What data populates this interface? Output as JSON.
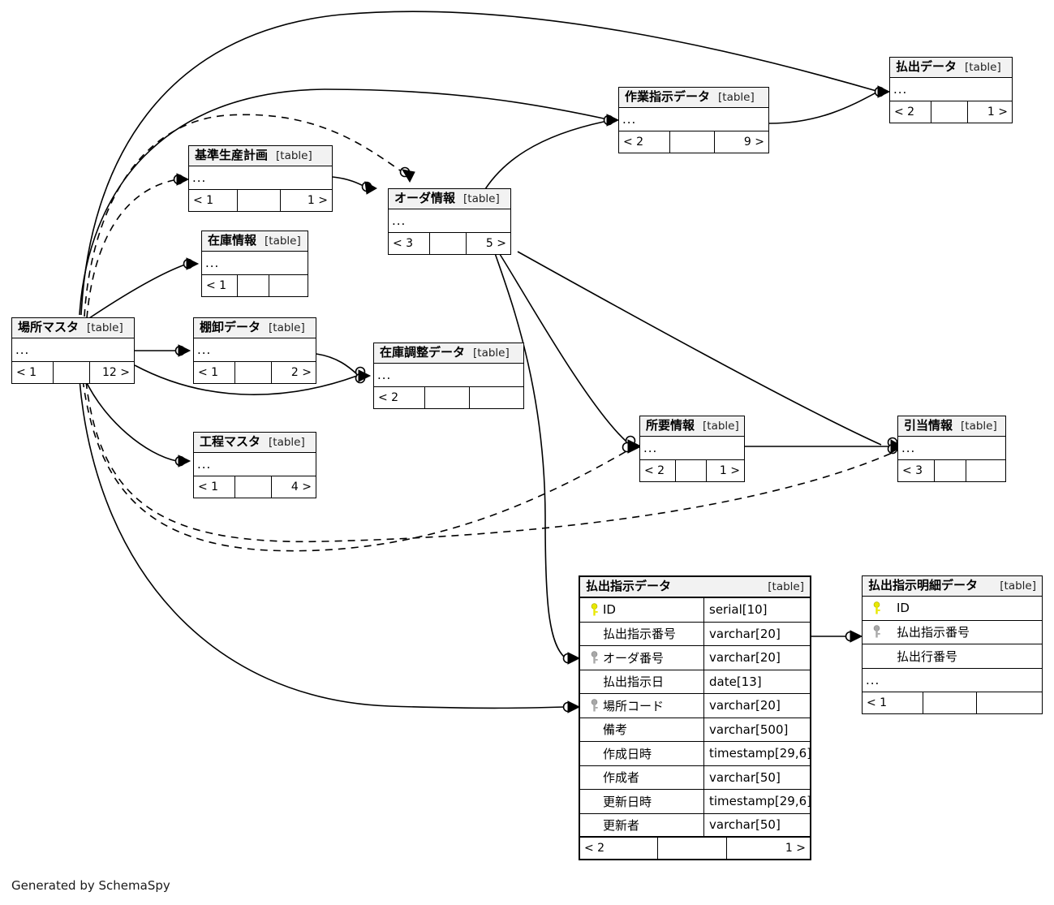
{
  "diagram": {
    "title": "SchemaSpy relationships diagram",
    "footer_text": "Generated by SchemaSpy",
    "table_tag": "[table]",
    "ellipsis": "...",
    "colors": {
      "header_fill": "#f2f2f2",
      "line": "#000000",
      "pk_key": "#e8e800",
      "fk_key": "#a8a8a8",
      "background": "#ffffff"
    }
  },
  "tables": [
    {
      "id": "haraidashi-data",
      "name": "払出データ",
      "tag": "[table]",
      "ellipsis": "...",
      "footer": {
        "left": "< 2",
        "mid": "",
        "right": "1 >"
      }
    },
    {
      "id": "sagyoushiji-data",
      "name": "作業指示データ",
      "tag": "[table]",
      "ellipsis": "...",
      "footer": {
        "left": "< 2",
        "mid": "",
        "right": "9 >"
      }
    },
    {
      "id": "kijunseisankeikaku",
      "name": "基準生産計画",
      "tag": "[table]",
      "ellipsis": "...",
      "footer": {
        "left": "< 1",
        "mid": "",
        "right": "1 >"
      }
    },
    {
      "id": "order-jouhou",
      "name": "オーダ情報",
      "tag": "[table]",
      "ellipsis": "...",
      "footer": {
        "left": "< 3",
        "mid": "",
        "right": "5 >"
      }
    },
    {
      "id": "zaiko-jouhou",
      "name": "在庫情報",
      "tag": "[table]",
      "ellipsis": "...",
      "footer": {
        "left": "< 1",
        "mid": "",
        "right": ""
      }
    },
    {
      "id": "basho-master",
      "name": "場所マスタ",
      "tag": "[table]",
      "ellipsis": "...",
      "footer": {
        "left": "< 1",
        "mid": "",
        "right": "12 >"
      }
    },
    {
      "id": "tanaoroshi-data",
      "name": "棚卸データ",
      "tag": "[table]",
      "ellipsis": "...",
      "footer": {
        "left": "< 1",
        "mid": "",
        "right": "2 >"
      }
    },
    {
      "id": "zaikochousei-data",
      "name": "在庫調整データ",
      "tag": "[table]",
      "ellipsis": "...",
      "footer": {
        "left": "< 2",
        "mid": "",
        "right": ""
      }
    },
    {
      "id": "koutei-master",
      "name": "工程マスタ",
      "tag": "[table]",
      "ellipsis": "...",
      "footer": {
        "left": "< 1",
        "mid": "",
        "right": "4 >"
      }
    },
    {
      "id": "shoyou-jouhou",
      "name": "所要情報",
      "tag": "[table]",
      "ellipsis": "...",
      "footer": {
        "left": "< 2",
        "mid": "",
        "right": "1 >"
      }
    },
    {
      "id": "hikiate-jouhou",
      "name": "引当情報",
      "tag": "[table]",
      "ellipsis": "...",
      "footer": {
        "left": "< 3",
        "mid": "",
        "right": ""
      }
    },
    {
      "id": "haraidashishiji-data",
      "name": "払出指示データ",
      "tag": "[table]",
      "footer": {
        "left": "< 2",
        "mid": "",
        "right": "1 >"
      },
      "columns": [
        {
          "key": "pk",
          "name": "ID",
          "type": "serial[10]"
        },
        {
          "key": "none",
          "name": "払出指示番号",
          "type": "varchar[20]"
        },
        {
          "key": "fk",
          "name": "オーダ番号",
          "type": "varchar[20]"
        },
        {
          "key": "none",
          "name": "払出指示日",
          "type": "date[13]"
        },
        {
          "key": "fk",
          "name": "場所コード",
          "type": "varchar[20]"
        },
        {
          "key": "none",
          "name": "備考",
          "type": "varchar[500]"
        },
        {
          "key": "none",
          "name": "作成日時",
          "type": "timestamp[29,6]"
        },
        {
          "key": "none",
          "name": "作成者",
          "type": "varchar[50]"
        },
        {
          "key": "none",
          "name": "更新日時",
          "type": "timestamp[29,6]"
        },
        {
          "key": "none",
          "name": "更新者",
          "type": "varchar[50]"
        }
      ]
    },
    {
      "id": "haraidashishijimeisai-data",
      "name": "払出指示明細データ",
      "tag": "[table]",
      "ellipsis": "...",
      "footer": {
        "left": "< 1",
        "mid": "",
        "right": ""
      },
      "columns": [
        {
          "key": "pk",
          "name": "ID",
          "type": ""
        },
        {
          "key": "fk",
          "name": "払出指示番号",
          "type": ""
        },
        {
          "key": "none",
          "name": "払出行番号",
          "type": ""
        }
      ]
    }
  ],
  "relationships": [
    {
      "from": "basho-master",
      "to": "haraidashi-data",
      "style": "solid"
    },
    {
      "from": "basho-master",
      "to": "sagyoushiji-data",
      "style": "solid"
    },
    {
      "from": "basho-master",
      "to": "kijunseisankeikaku",
      "style": "dashed"
    },
    {
      "from": "basho-master",
      "to": "zaiko-jouhou",
      "style": "solid"
    },
    {
      "from": "basho-master",
      "to": "tanaoroshi-data",
      "style": "solid"
    },
    {
      "from": "basho-master",
      "to": "zaikochousei-data",
      "style": "solid"
    },
    {
      "from": "basho-master",
      "to": "koutei-master",
      "style": "solid"
    },
    {
      "from": "basho-master",
      "to": "shoyou-jouhou",
      "style": "dashed"
    },
    {
      "from": "basho-master",
      "to": "hikiate-jouhou",
      "style": "dashed"
    },
    {
      "from": "basho-master",
      "to": "haraidashishiji-data",
      "style": "solid"
    },
    {
      "from": "order-jouhou",
      "to": "kijunseisankeikaku",
      "style": "solid"
    },
    {
      "from": "order-jouhou",
      "to": "sagyoushiji-data",
      "style": "solid"
    },
    {
      "from": "order-jouhou",
      "to": "shoyou-jouhou",
      "style": "solid"
    },
    {
      "from": "order-jouhou",
      "to": "hikiate-jouhou",
      "style": "solid"
    },
    {
      "from": "order-jouhou",
      "to": "haraidashishiji-data",
      "style": "solid"
    },
    {
      "from": "sagyoushiji-data",
      "to": "haraidashi-data",
      "style": "solid"
    },
    {
      "from": "tanaoroshi-data",
      "to": "zaikochousei-data",
      "style": "solid"
    },
    {
      "from": "shoyou-jouhou",
      "to": "hikiate-jouhou",
      "style": "solid"
    },
    {
      "from": "haraidashishiji-data",
      "to": "haraidashishijimeisai-data",
      "style": "solid"
    }
  ]
}
